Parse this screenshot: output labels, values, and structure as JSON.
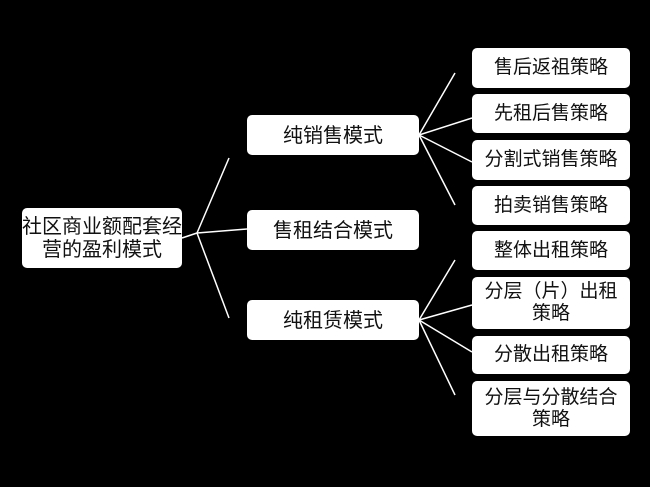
{
  "root": {
    "label": "社区商业额配套经营的盈利模式"
  },
  "modes": [
    {
      "label": "纯销售模式",
      "strategies": [
        "售后返祖策略",
        "先租后售策略",
        "分割式销售策略",
        "拍卖销售策略"
      ]
    },
    {
      "label": "售租结合模式",
      "strategies": []
    },
    {
      "label": "纯租赁模式",
      "strategies": [
        "整体出租策略",
        "分层（片）出租策略",
        "分散出租策略",
        "分层与分散结合策略"
      ]
    }
  ]
}
